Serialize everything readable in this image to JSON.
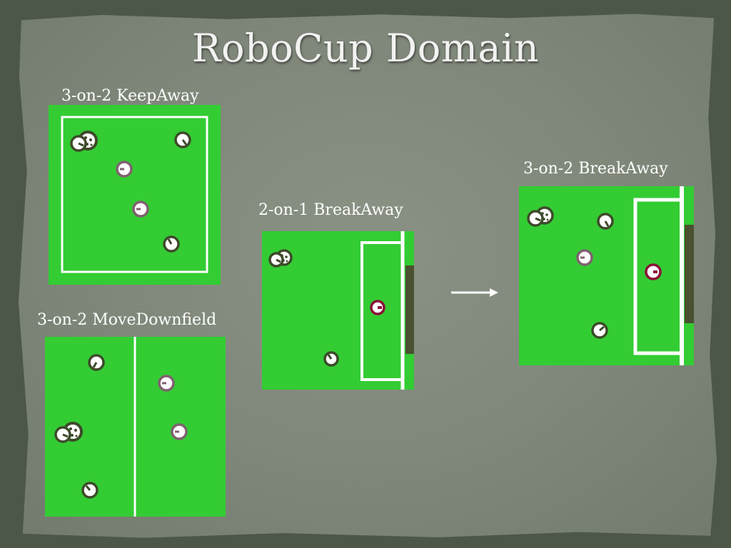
{
  "title": "RoboCup Domain",
  "diagrams": {
    "keepaway": {
      "label": "3-on-2 KeepAway"
    },
    "movedownfield": {
      "label": "3-on-2 MoveDownfield"
    },
    "breakaway21": {
      "label": "2-on-1 BreakAway"
    },
    "breakaway32": {
      "label": "3-on-2 BreakAway"
    }
  },
  "colors": {
    "field": "#33cc33",
    "line": "#ffffff",
    "goal": "#4a5030",
    "keeper_player": "#3d4a2a",
    "taker_player": "#806070",
    "goalie_player": "#8b1038"
  }
}
